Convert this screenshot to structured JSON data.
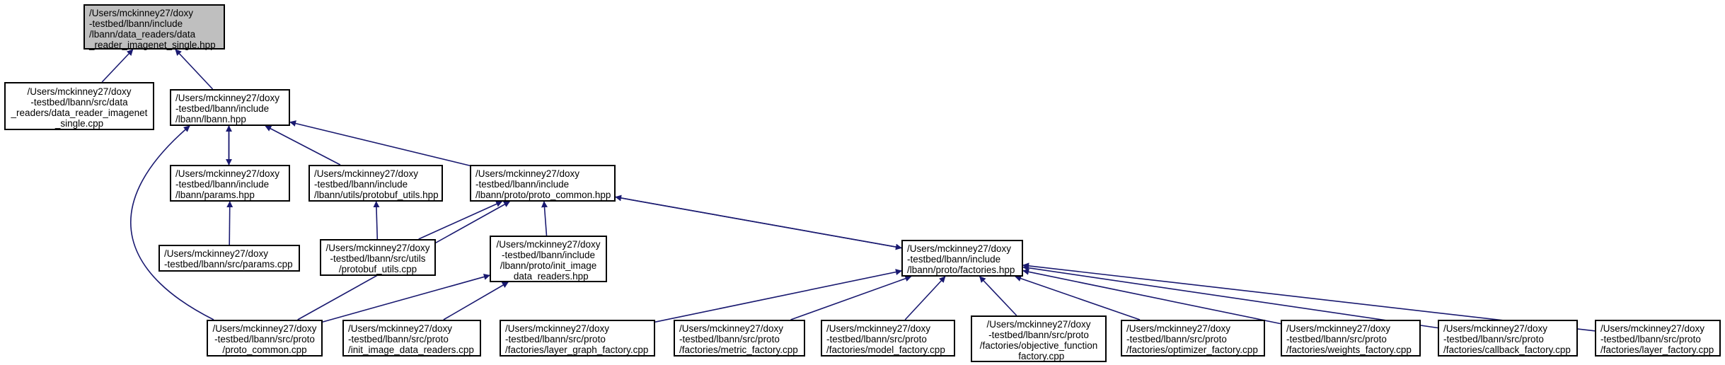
{
  "graph": {
    "edge_color": "#191970",
    "root_fill": "#bfbfbf",
    "nodes": {
      "root": [
        "/Users/mckinney27/doxy",
        "-testbed/lbann/include",
        "/lbann/data_readers/data",
        "_reader_imagenet_single.hpp"
      ],
      "dr_imagenet_cpp": [
        "/Users/mckinney27/doxy",
        "-testbed/lbann/src/data",
        "_readers/data_reader_imagenet",
        "_single.cpp"
      ],
      "lbann_hpp": [
        "/Users/mckinney27/doxy",
        "-testbed/lbann/include",
        "/lbann/lbann.hpp"
      ],
      "params_hpp": [
        "/Users/mckinney27/doxy",
        "-testbed/lbann/include",
        "/lbann/params.hpp"
      ],
      "protobuf_utils_hpp": [
        "/Users/mckinney27/doxy",
        "-testbed/lbann/include",
        "/lbann/utils/protobuf_utils.hpp"
      ],
      "proto_common_hpp": [
        "/Users/mckinney27/doxy",
        "-testbed/lbann/include",
        "/lbann/proto/proto_common.hpp"
      ],
      "params_cpp": [
        "/Users/mckinney27/doxy",
        "-testbed/lbann/src/params.cpp"
      ],
      "protobuf_utils_cpp": [
        "/Users/mckinney27/doxy",
        "-testbed/lbann/src/utils",
        "/protobuf_utils.cpp"
      ],
      "init_image_hpp": [
        "/Users/mckinney27/doxy",
        "-testbed/lbann/include",
        "/lbann/proto/init_image",
        "_data_readers.hpp"
      ],
      "factories_hpp": [
        "/Users/mckinney27/doxy",
        "-testbed/lbann/include",
        "/lbann/proto/factories.hpp"
      ],
      "proto_common_cpp": [
        "/Users/mckinney27/doxy",
        "-testbed/lbann/src/proto",
        "/proto_common.cpp"
      ],
      "init_image_cpp": [
        "/Users/mckinney27/doxy",
        "-testbed/lbann/src/proto",
        "/init_image_data_readers.cpp"
      ],
      "layer_graph_cpp": [
        "/Users/mckinney27/doxy",
        "-testbed/lbann/src/proto",
        "/factories/layer_graph_factory.cpp"
      ],
      "metric_cpp": [
        "/Users/mckinney27/doxy",
        "-testbed/lbann/src/proto",
        "/factories/metric_factory.cpp"
      ],
      "model_cpp": [
        "/Users/mckinney27/doxy",
        "-testbed/lbann/src/proto",
        "/factories/model_factory.cpp"
      ],
      "objective_cpp": [
        "/Users/mckinney27/doxy",
        "-testbed/lbann/src/proto",
        "/factories/objective_function",
        "_factory.cpp"
      ],
      "optimizer_cpp": [
        "/Users/mckinney27/doxy",
        "-testbed/lbann/src/proto",
        "/factories/optimizer_factory.cpp"
      ],
      "weights_cpp": [
        "/Users/mckinney27/doxy",
        "-testbed/lbann/src/proto",
        "/factories/weights_factory.cpp"
      ],
      "callback_cpp": [
        "/Users/mckinney27/doxy",
        "-testbed/lbann/src/proto",
        "/factories/callback_factory.cpp"
      ],
      "layer_cpp": [
        "/Users/mckinney27/doxy",
        "-testbed/lbann/src/proto",
        "/factories/layer_factory.cpp"
      ]
    },
    "edges": [
      [
        "dr_imagenet_cpp",
        "root"
      ],
      [
        "lbann_hpp",
        "root"
      ],
      [
        "params_hpp",
        "lbann_hpp"
      ],
      [
        "lbann_hpp",
        "params_hpp"
      ],
      [
        "protobuf_utils_hpp",
        "lbann_hpp"
      ],
      [
        "proto_common_hpp",
        "lbann_hpp"
      ],
      [
        "proto_common_cpp",
        "lbann_hpp"
      ],
      [
        "params_cpp",
        "params_hpp"
      ],
      [
        "protobuf_utils_cpp",
        "protobuf_utils_hpp"
      ],
      [
        "protobuf_utils_cpp",
        "proto_common_hpp"
      ],
      [
        "proto_common_cpp",
        "proto_common_hpp"
      ],
      [
        "init_image_hpp",
        "proto_common_hpp"
      ],
      [
        "factories_hpp",
        "proto_common_hpp"
      ],
      [
        "proto_common_hpp",
        "factories_hpp"
      ],
      [
        "proto_common_cpp",
        "init_image_hpp"
      ],
      [
        "init_image_cpp",
        "init_image_hpp"
      ],
      [
        "layer_graph_cpp",
        "factories_hpp"
      ],
      [
        "metric_cpp",
        "factories_hpp"
      ],
      [
        "model_cpp",
        "factories_hpp"
      ],
      [
        "objective_cpp",
        "factories_hpp"
      ],
      [
        "optimizer_cpp",
        "factories_hpp"
      ],
      [
        "weights_cpp",
        "factories_hpp"
      ],
      [
        "callback_cpp",
        "factories_hpp"
      ],
      [
        "layer_cpp",
        "factories_hpp"
      ]
    ]
  }
}
